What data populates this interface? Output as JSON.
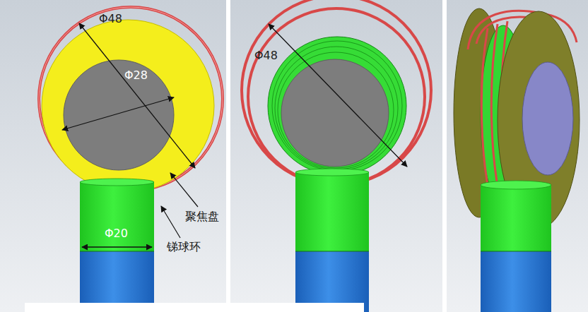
{
  "diagram": {
    "labels": [
      "Φ48",
      "Φ28",
      "Φ20",
      "聚焦盘",
      "锑球环",
      "Φ48"
    ]
  }
}
